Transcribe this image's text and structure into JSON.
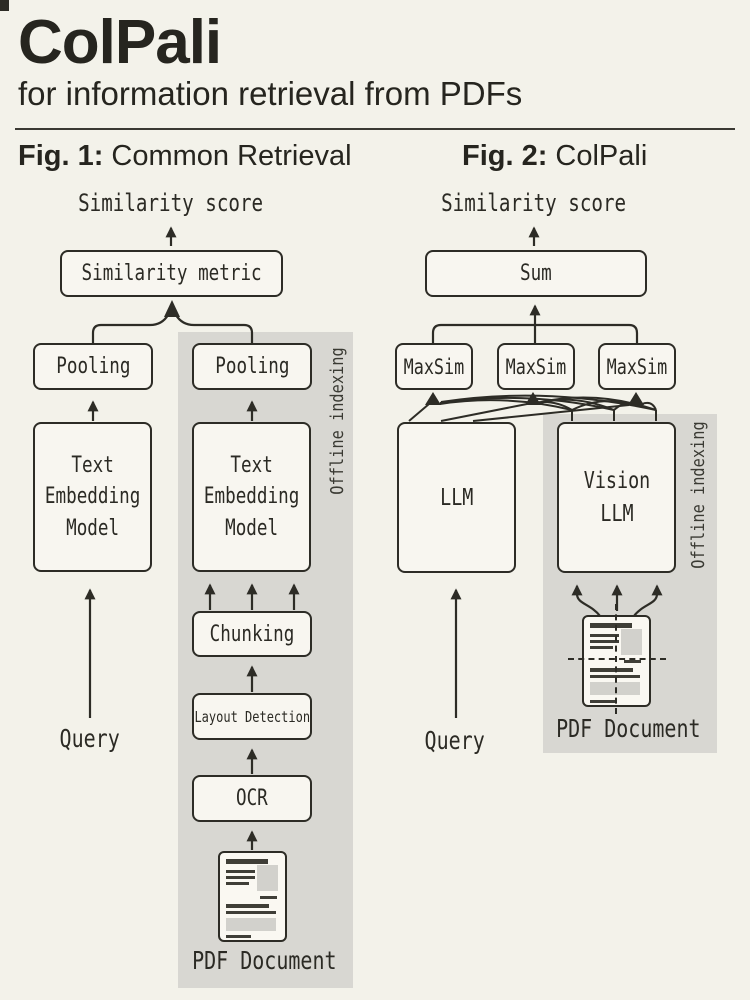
{
  "colors": {
    "background": "#f3f2ea",
    "ink": "#2d2c26",
    "panel_gray": "#d8d7d2",
    "box_fill": "#f8f6f0"
  },
  "header": {
    "title": "ColPali",
    "subtitle": "for information retrieval from PDFs"
  },
  "fig1": {
    "caption_label": "Fig. 1:",
    "caption_title": "Common Retrieval",
    "similarity_score": "Similarity score",
    "similarity_metric": "Similarity metric",
    "pooling_left": "Pooling",
    "pooling_right": "Pooling",
    "text_embedding_left": "Text Embedding Model",
    "text_embedding_right": "Text Embedding Model",
    "chunking": "Chunking",
    "layout_detection": "Layout Detection",
    "ocr": "OCR",
    "query": "Query",
    "pdf_document": "PDF Document",
    "offline_indexing": "Offline indexing",
    "pdf_icon": "pdf-document-icon"
  },
  "fig2": {
    "caption_label": "Fig. 2:",
    "caption_title": "ColPali",
    "similarity_score": "Similarity score",
    "sum": "Sum",
    "maxsims": [
      "MaxSim",
      "MaxSim",
      "MaxSim"
    ],
    "llm": "LLM",
    "vision_llm": "Vision LLM",
    "query": "Query",
    "pdf_document": "PDF Document",
    "offline_indexing": "Offline indexing",
    "pdf_icon": "pdf-document-icon-patched"
  }
}
